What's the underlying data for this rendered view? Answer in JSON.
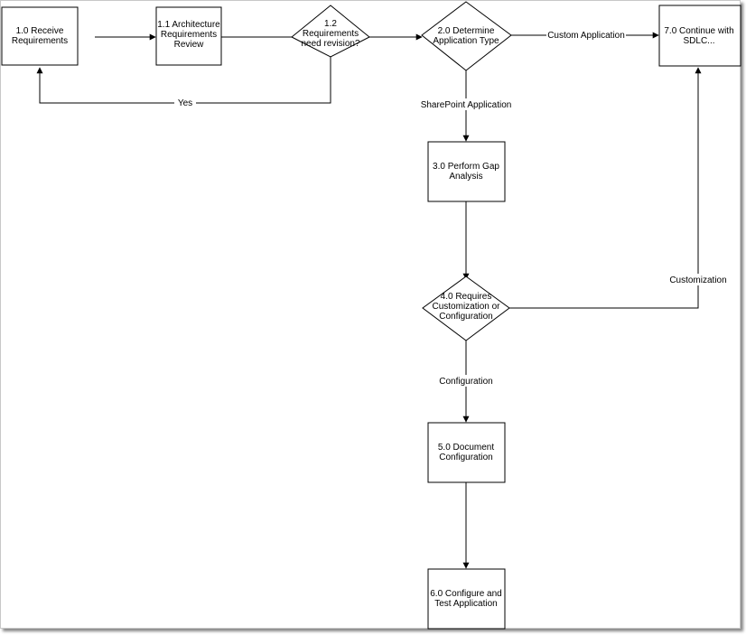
{
  "nodes": {
    "n1_0": [
      "1.0 Receive",
      "Requirements"
    ],
    "n1_1": [
      "1.1 Architecture",
      "Requirements",
      "Review"
    ],
    "n1_2": [
      "1.2",
      "Requirements",
      "need revision?"
    ],
    "n2_0": [
      "2.0 Determine",
      "Application Type"
    ],
    "n7_0": [
      "7.0 Continue with",
      "SDLC..."
    ],
    "n3_0": [
      "3.0 Perform Gap",
      "Analysis"
    ],
    "n4_0": [
      "4.0 Requires",
      "Customization or",
      "Configuration"
    ],
    "n5_0": [
      "5.0 Document",
      "Configuration"
    ],
    "n6_0": [
      "6.0 Configure and",
      "Test Application"
    ]
  },
  "edges": {
    "yes": "Yes",
    "custom_application": "Custom Application",
    "sharepoint_application": "SharePoint Application",
    "customization": "Customization",
    "configuration": "Configuration"
  }
}
